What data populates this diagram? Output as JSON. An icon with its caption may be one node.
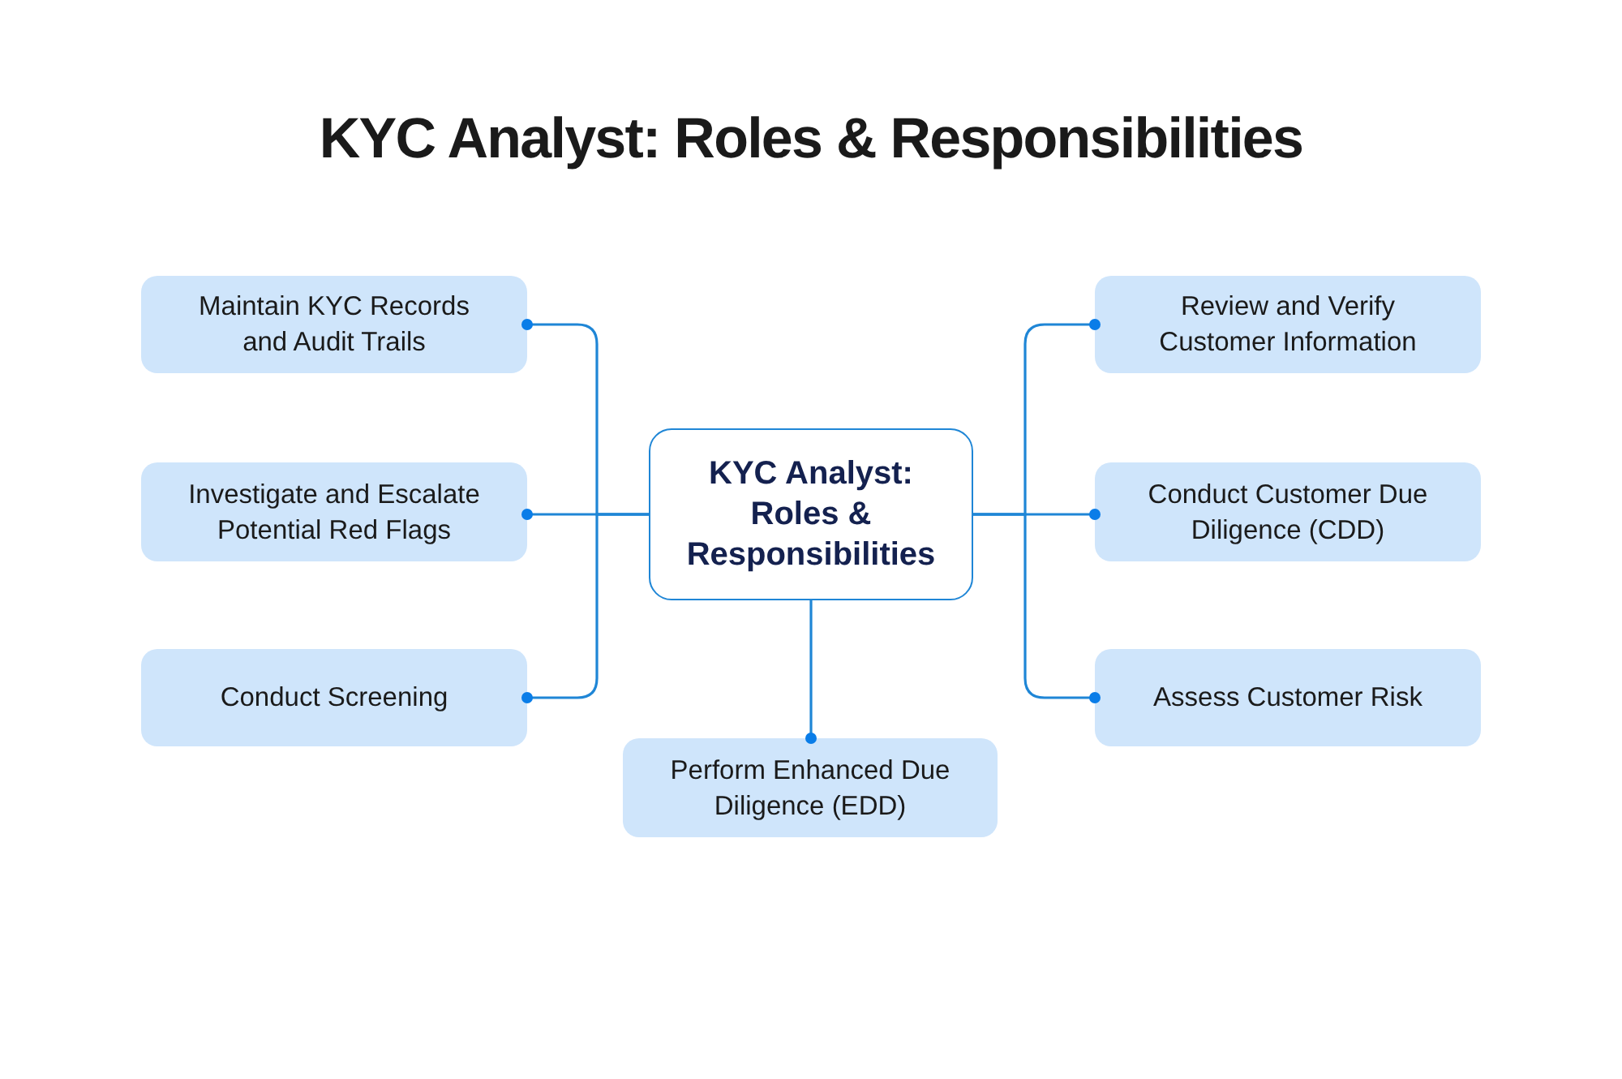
{
  "diagram": {
    "title": "KYC Analyst: Roles & Responsibilities",
    "nodes": [
      {
        "text": [
          "KYC Analyst: Roles & Responsibilities"
        ]
      },
      {
        "text": [
          "Maintain KYC Records and Audit Trails"
        ]
      },
      {
        "text": [
          "Review and Verify Customer Information"
        ]
      },
      {
        "text": [
          "Investigate and Escalate Potential Red Flags"
        ]
      },
      {
        "text": [
          "Conduct Customer Due Diligence (CDD)"
        ]
      },
      {
        "text": [
          "Conduct Screening"
        ]
      },
      {
        "text": [
          "Assess Customer Risk"
        ]
      },
      {
        "text": [
          "Perform Enhanced Due Diligence (EDD)"
        ]
      }
    ],
    "edges": [
      {
        "from": 0,
        "to": 1,
        "arrow": "other"
      },
      {
        "from": 0,
        "to": 2,
        "arrow": "other"
      },
      {
        "from": 0,
        "to": 3,
        "arrow": "other"
      },
      {
        "from": 0,
        "to": 4,
        "arrow": "other"
      },
      {
        "from": 0,
        "to": 5,
        "arrow": "other"
      },
      {
        "from": 0,
        "to": 6,
        "arrow": "other"
      },
      {
        "from": 0,
        "to": 7,
        "arrow": "other"
      }
    ]
  }
}
